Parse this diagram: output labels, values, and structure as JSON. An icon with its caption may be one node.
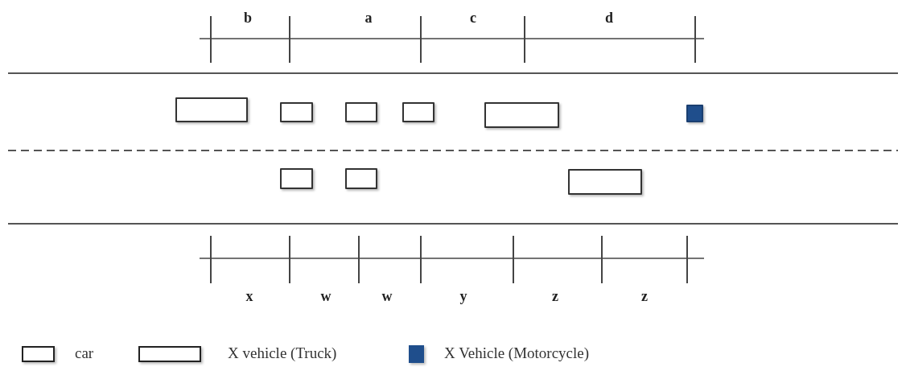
{
  "diagram": {
    "nodes": [
      {
        "text": [],
        "shape": "box"
      },
      {
        "text": [],
        "shape": "box"
      },
      {
        "text": [],
        "shape": "box"
      },
      {
        "text": [],
        "shape": "box"
      },
      {
        "text": [],
        "shape": "box"
      },
      {
        "text": [],
        "shape": "box"
      },
      {
        "text": [],
        "shape": "box"
      },
      {
        "text": [],
        "shape": "box"
      },
      {
        "text": [],
        "shape": "box"
      }
    ],
    "labels": [
      "b",
      "a",
      "c",
      "d",
      "x",
      "w",
      "w",
      "y",
      "z",
      "z"
    ],
    "legend": [
      {
        "text": "car"
      },
      {
        "text": "X vehicle (Truck)"
      },
      {
        "text": "X Vehicle (Motorcycle)",
        "color": "#1f4e8c"
      }
    ]
  }
}
